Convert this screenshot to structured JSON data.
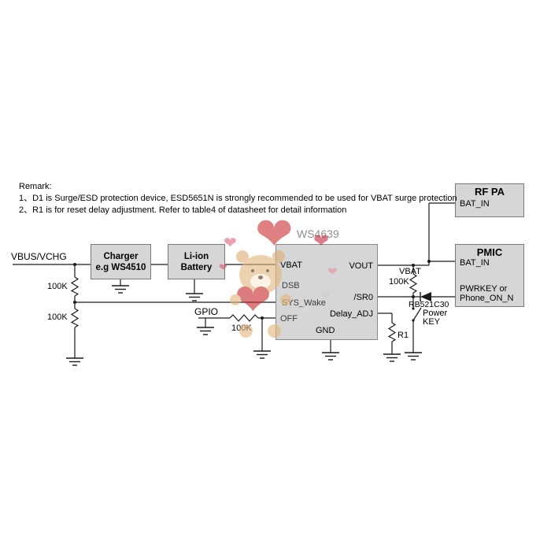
{
  "remark": {
    "title": "Remark:",
    "line1": "1、D1 is Surge/ESD protection device, ESD5651N is strongly recommended to be used for VBAT surge protection",
    "line2": "2、R1 is for reset delay adjustment. Refer to table4 of datasheet for detail information"
  },
  "nets": {
    "vbus": "VBUS/VCHG",
    "vbat": "VBAT",
    "gpio": "GPIO"
  },
  "parts": {
    "r_div_top": "100K",
    "r_div_bottom": "100K",
    "r_gpio": "100K",
    "r_pullup": "100K",
    "r1": "R1",
    "diode": "RB521C30",
    "switch_line1": "Power",
    "switch_line2": "KEY"
  },
  "ic": {
    "title": "WS4639",
    "pins_left": [
      "VBAT",
      "DSB",
      "SYS_Wake",
      "OFF"
    ],
    "pins_right": [
      "VOUT",
      "/SR0",
      "Delay_ADJ"
    ],
    "pin_bottom": "GND"
  },
  "boxes": {
    "charger": {
      "line1": "Charger",
      "line2": "e.g WS4510"
    },
    "battery": {
      "line1": "Li-ion",
      "line2": "Battery"
    },
    "rfpa": {
      "title": "RF PA",
      "pin": "BAT_IN"
    },
    "pmic": {
      "title": "PMIC",
      "pin1": "BAT_IN",
      "pin2_line1": "PWRKEY or",
      "pin2_line2": "Phone_ON_N"
    }
  },
  "colors": {
    "box_fill": "#d6d6d6",
    "box_border": "#7a7a7a",
    "wire": "#1a1a1a",
    "ic_title": "#8f8f8f",
    "watermark_red": "#cd3538"
  }
}
